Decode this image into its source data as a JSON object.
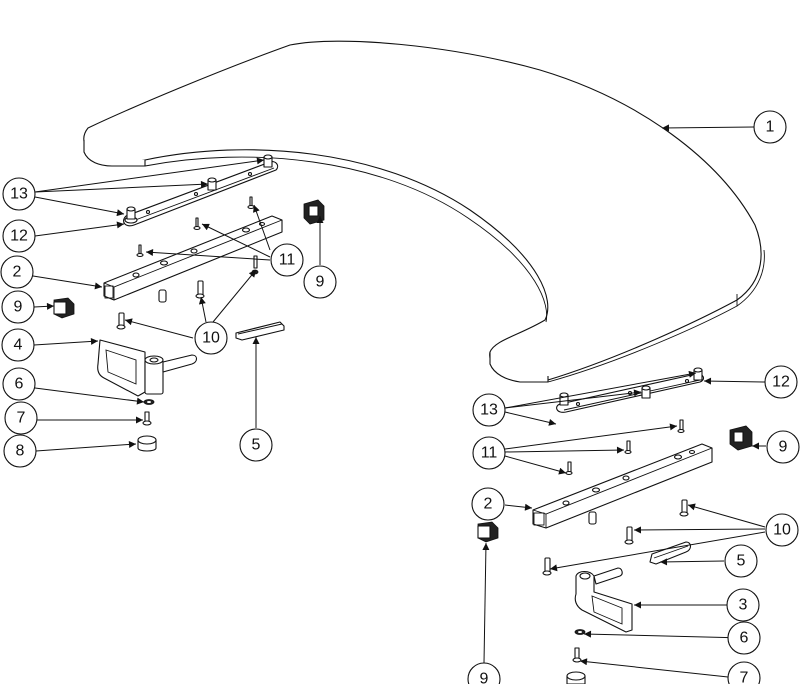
{
  "diagram": {
    "type": "exploded-parts-view",
    "callouts": {
      "c1": "1",
      "c2_left": "2",
      "c2_right": "2",
      "c3": "3",
      "c4": "4",
      "c5_left": "5",
      "c5_right": "5",
      "c6_left": "6",
      "c6_right": "6",
      "c7_left": "7",
      "c7_right": "7",
      "c8": "8",
      "c9_left_a": "9",
      "c9_left_b": "9",
      "c9_right_a": "9",
      "c9_right_b": "9",
      "c10_left": "10",
      "c10_right": "10",
      "c11_left": "11",
      "c11_right": "11",
      "c12_left": "12",
      "c12_right": "12",
      "c13_left": "13",
      "c13_right": "13"
    }
  }
}
